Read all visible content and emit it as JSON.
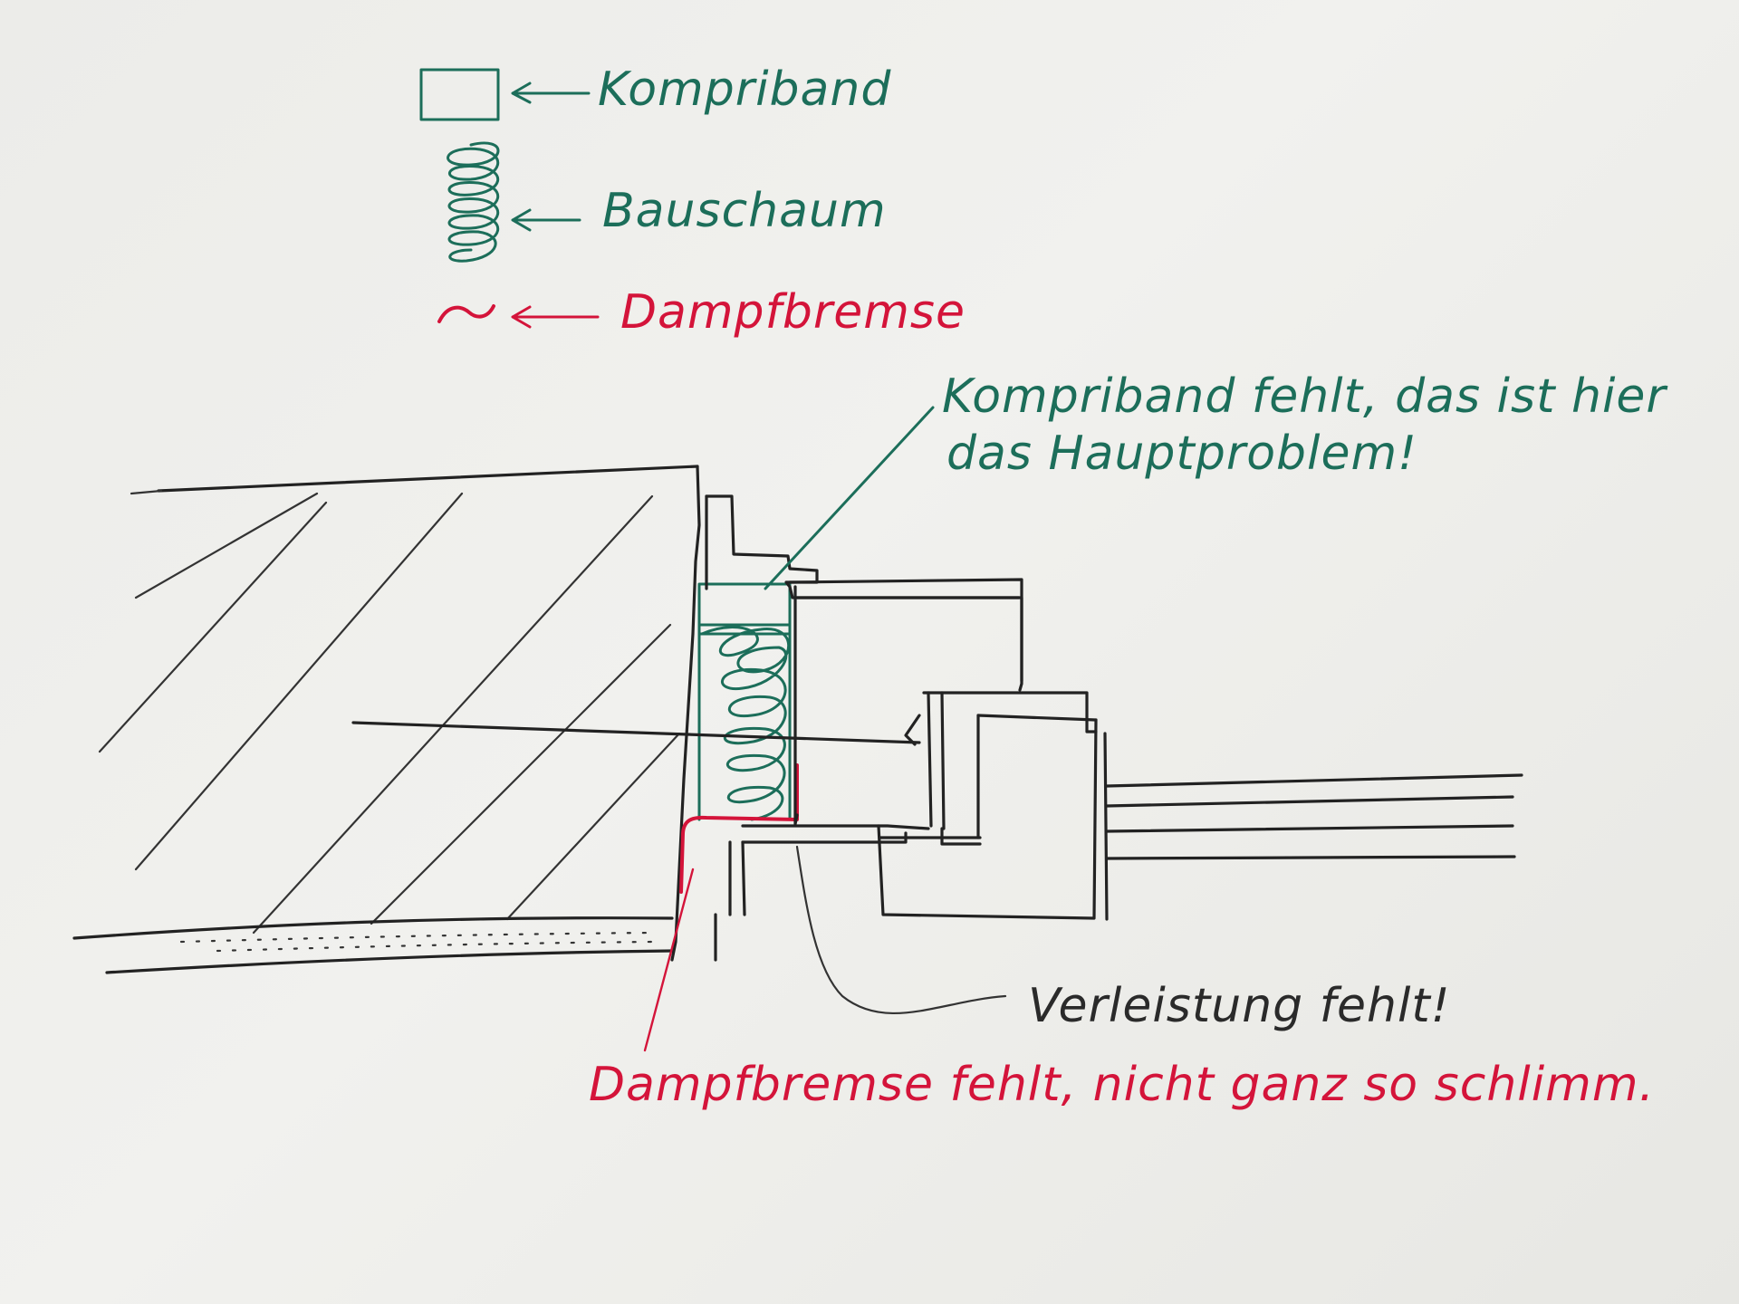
{
  "legend": {
    "kompriband": "Kompriband",
    "bauschaum": "Bauschaum",
    "dampfbremse": "Dampfbremse"
  },
  "notes": {
    "kompriband_line1": "Kompriband fehlt, das ist hier",
    "kompriband_line2": "das Hauptproblem!",
    "verleistung": "Verleistung fehlt!",
    "dampfbremse": "Dampfbremse fehlt, nicht ganz so schlimm."
  },
  "colors": {
    "green_ink": "#1c6e5a",
    "red_ink": "#d4143a",
    "black_ink": "#222222",
    "paper": "#efefec"
  }
}
